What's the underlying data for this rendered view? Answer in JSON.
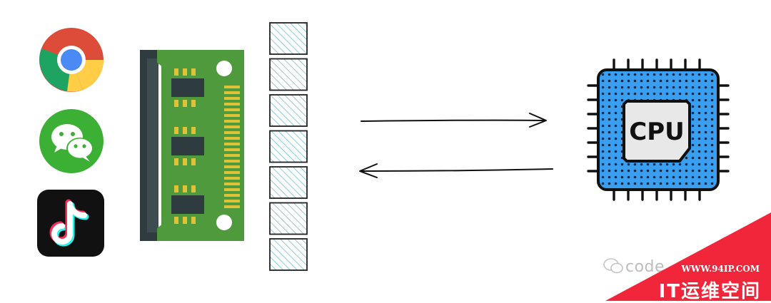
{
  "apps": [
    {
      "name": "chrome",
      "icon": "chrome-icon"
    },
    {
      "name": "wechat",
      "icon": "wechat-icon"
    },
    {
      "name": "tiktok",
      "icon": "tiktok-icon"
    }
  ],
  "cpu": {
    "label": "CPU"
  },
  "memory_cells": 7,
  "watermark": {
    "text": "code"
  },
  "corner_badge": {
    "url": "WWW.94IP.COM",
    "title": "IT运维空间"
  },
  "colors": {
    "ram_board": "#4f9a3c",
    "ram_gold": "#e0c23a",
    "cpu_blue": "#3a9ff0",
    "cell_hatch": "#5bb6c9",
    "badge_red": "#f2263a"
  }
}
